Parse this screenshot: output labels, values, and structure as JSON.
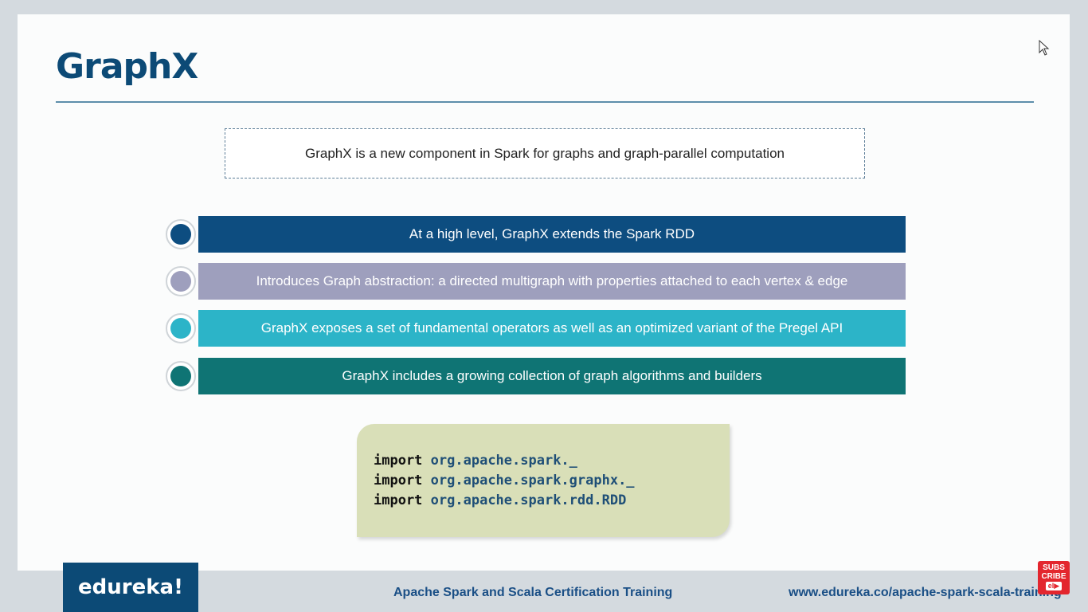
{
  "slide": {
    "title": "GraphX",
    "callout": "GraphX is a new component in Spark for graphs and graph-parallel computation",
    "bullets": [
      {
        "text": "At a high level, GraphX extends the Spark RDD",
        "color": "#0d4d80",
        "dot_color": "#0d4d80"
      },
      {
        "text": "Introduces Graph abstraction: a directed multigraph with properties attached to each vertex & edge",
        "color": "#9e9fbd",
        "dot_color": "#9e9fbd"
      },
      {
        "text": "GraphX exposes a set of fundamental operators as well as an optimized variant of the Pregel API",
        "color": "#2cb4c8",
        "dot_color": "#2cb4c8"
      },
      {
        "text": "GraphX includes a growing collection of graph algorithms and builders",
        "color": "#0f7474",
        "dot_color": "#0f7474"
      }
    ],
    "code": [
      {
        "keyword": "import",
        "package": "org.apache.spark._"
      },
      {
        "keyword": "import",
        "package": "org.apache.spark.graphx._"
      },
      {
        "keyword": "import",
        "package": "org.apache.spark.rdd.RDD"
      }
    ]
  },
  "footer": {
    "logo": "edureka!",
    "course": "Apache Spark and Scala Certification Training",
    "url": "www.edureka.co/apache-spark-scala-training"
  },
  "overlay": {
    "subscribe_line1": "SUBS",
    "subscribe_line2": "CRIBE",
    "subscribe_tag": "el▶",
    "cursor_icon": "mouse-pointer-icon"
  }
}
